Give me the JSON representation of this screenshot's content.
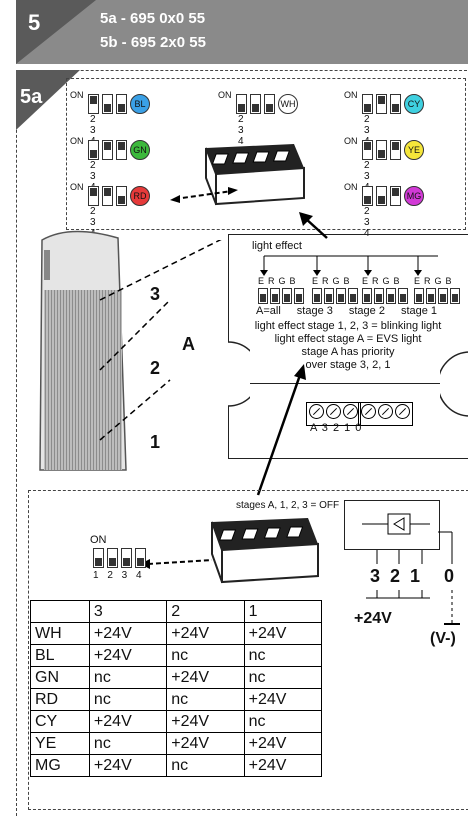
{
  "header": {
    "number": "5",
    "line1": "5a - 695 0x0 55",
    "line2": "5b - 695 2x0 55"
  },
  "section": {
    "label": "5a"
  },
  "dip_settings": [
    {
      "color_code": "BL",
      "color": "#3aa0e6",
      "on": [
        true,
        false,
        false
      ]
    },
    {
      "color_code": "WH",
      "color": "#ffffff",
      "on": [
        false,
        false,
        false
      ]
    },
    {
      "color_code": "CY",
      "color": "#3fd0e0",
      "on": [
        false,
        true,
        false
      ]
    },
    {
      "color_code": "GN",
      "color": "#3cb83c",
      "on": [
        false,
        true,
        true
      ]
    },
    {
      "color_code": "YE",
      "color": "#f5e63a",
      "on": [
        true,
        false,
        true
      ]
    },
    {
      "color_code": "RD",
      "color": "#e63a3a",
      "on": [
        true,
        true,
        false
      ]
    },
    {
      "color_code": "MG",
      "color": "#d23ad6",
      "on": [
        false,
        false,
        true
      ]
    }
  ],
  "switch_labels": {
    "on": "ON",
    "n2": "2",
    "n3": "3",
    "n4": "4"
  },
  "board": {
    "light_effect": "light effect",
    "letters": [
      "E",
      "R",
      "G",
      "B"
    ],
    "stage_labels": [
      "A=all",
      "stage 3",
      "stage 2",
      "stage 1"
    ],
    "notes": [
      "light effect stage 1, 2, 3 = blinking light",
      "light effect stage A = EVS light",
      "stage A has priority",
      "over stage 3, 2, 1"
    ],
    "terminal_labels": "A 3  2 1 0"
  },
  "beacon": {
    "stage3": "3",
    "stage2": "2",
    "stage1": "1",
    "stageA": "A"
  },
  "lower": {
    "off_caption": "stages A, 1, 2, 3 = OFF",
    "on_label": "ON",
    "switch_nums": "1 2 3 4"
  },
  "wiring": {
    "t3": "3",
    "t2": "2",
    "t1": "1",
    "t0": "0",
    "voltage": "+24V",
    "ground": "(V-)"
  },
  "table": {
    "headers": [
      "",
      "3",
      "2",
      "1"
    ],
    "rows": [
      [
        "WH",
        "+24V",
        "+24V",
        "+24V"
      ],
      [
        "BL",
        "+24V",
        "nc",
        "nc"
      ],
      [
        "GN",
        "nc",
        "+24V",
        "nc"
      ],
      [
        "RD",
        "nc",
        "nc",
        "+24V"
      ],
      [
        "CY",
        "+24V",
        "+24V",
        "nc"
      ],
      [
        "YE",
        "nc",
        "+24V",
        "+24V"
      ],
      [
        "MG",
        "+24V",
        "nc",
        "+24V"
      ]
    ]
  }
}
